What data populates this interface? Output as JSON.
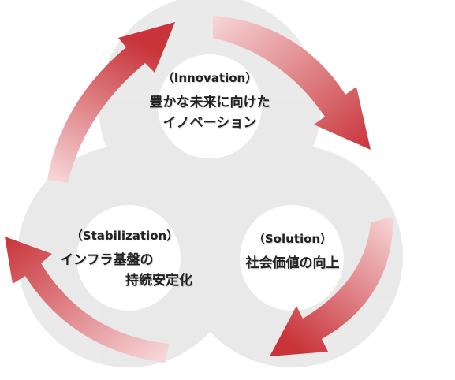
{
  "colors": {
    "ring": "#e9e9e9",
    "ring_overlap": "#dedede",
    "arrow_dark": "#c8343a",
    "arrow_light": "#f6d2d3",
    "text": "#222222"
  },
  "nodes": {
    "innovation": {
      "subtitle": "（Innovation）",
      "line1": "豊かな未来に向けた",
      "line2": "イノベーション"
    },
    "stabilization": {
      "subtitle": "（Stabilization）",
      "line1": "インフラ基盤の",
      "line2": "持続安定化"
    },
    "solution": {
      "subtitle": "（Solution）",
      "line1": "社会価値の向上"
    }
  }
}
